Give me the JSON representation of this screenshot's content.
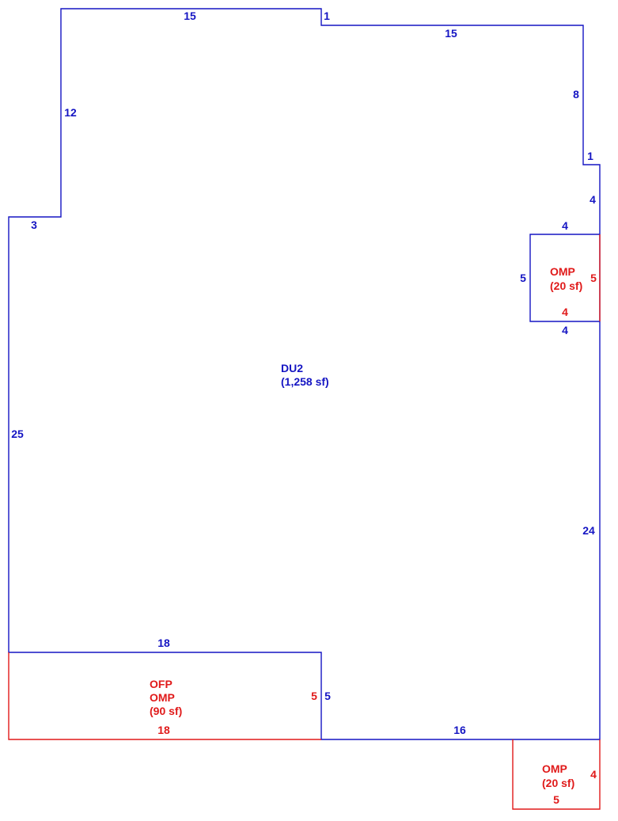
{
  "colors": {
    "main": "#1515c3",
    "addition": "#e01a1a",
    "background": "#ffffff"
  },
  "main_area": {
    "name": "DU2",
    "area": "(1,258 sf)"
  },
  "porch_right": {
    "name": "OMP",
    "area": "(20 sf)"
  },
  "porch_front": {
    "name_1": "OFP",
    "name_2": "OMP",
    "area": "(90 sf)"
  },
  "porch_bottom": {
    "name": "OMP",
    "area": "(20 sf)"
  },
  "dimensions": {
    "top_left": "15",
    "top_step": "1",
    "top_right": "15",
    "right_upper": "8",
    "right_notch": "1",
    "right_mid": "4",
    "porch_right_top": "4",
    "porch_right_left": "5",
    "porch_right_right": "5",
    "porch_right_bottom_inner": "4",
    "porch_right_bottom_outer": "4",
    "right_lower": "24",
    "left_upper": "12",
    "left_step": "3",
    "left_lower": "25",
    "porch_front_top": "18",
    "porch_front_inner": "5",
    "porch_front_outer": "5",
    "porch_front_bottom": "18",
    "bottom": "16",
    "porch_bottom_side": "4",
    "porch_bottom_base": "5"
  }
}
